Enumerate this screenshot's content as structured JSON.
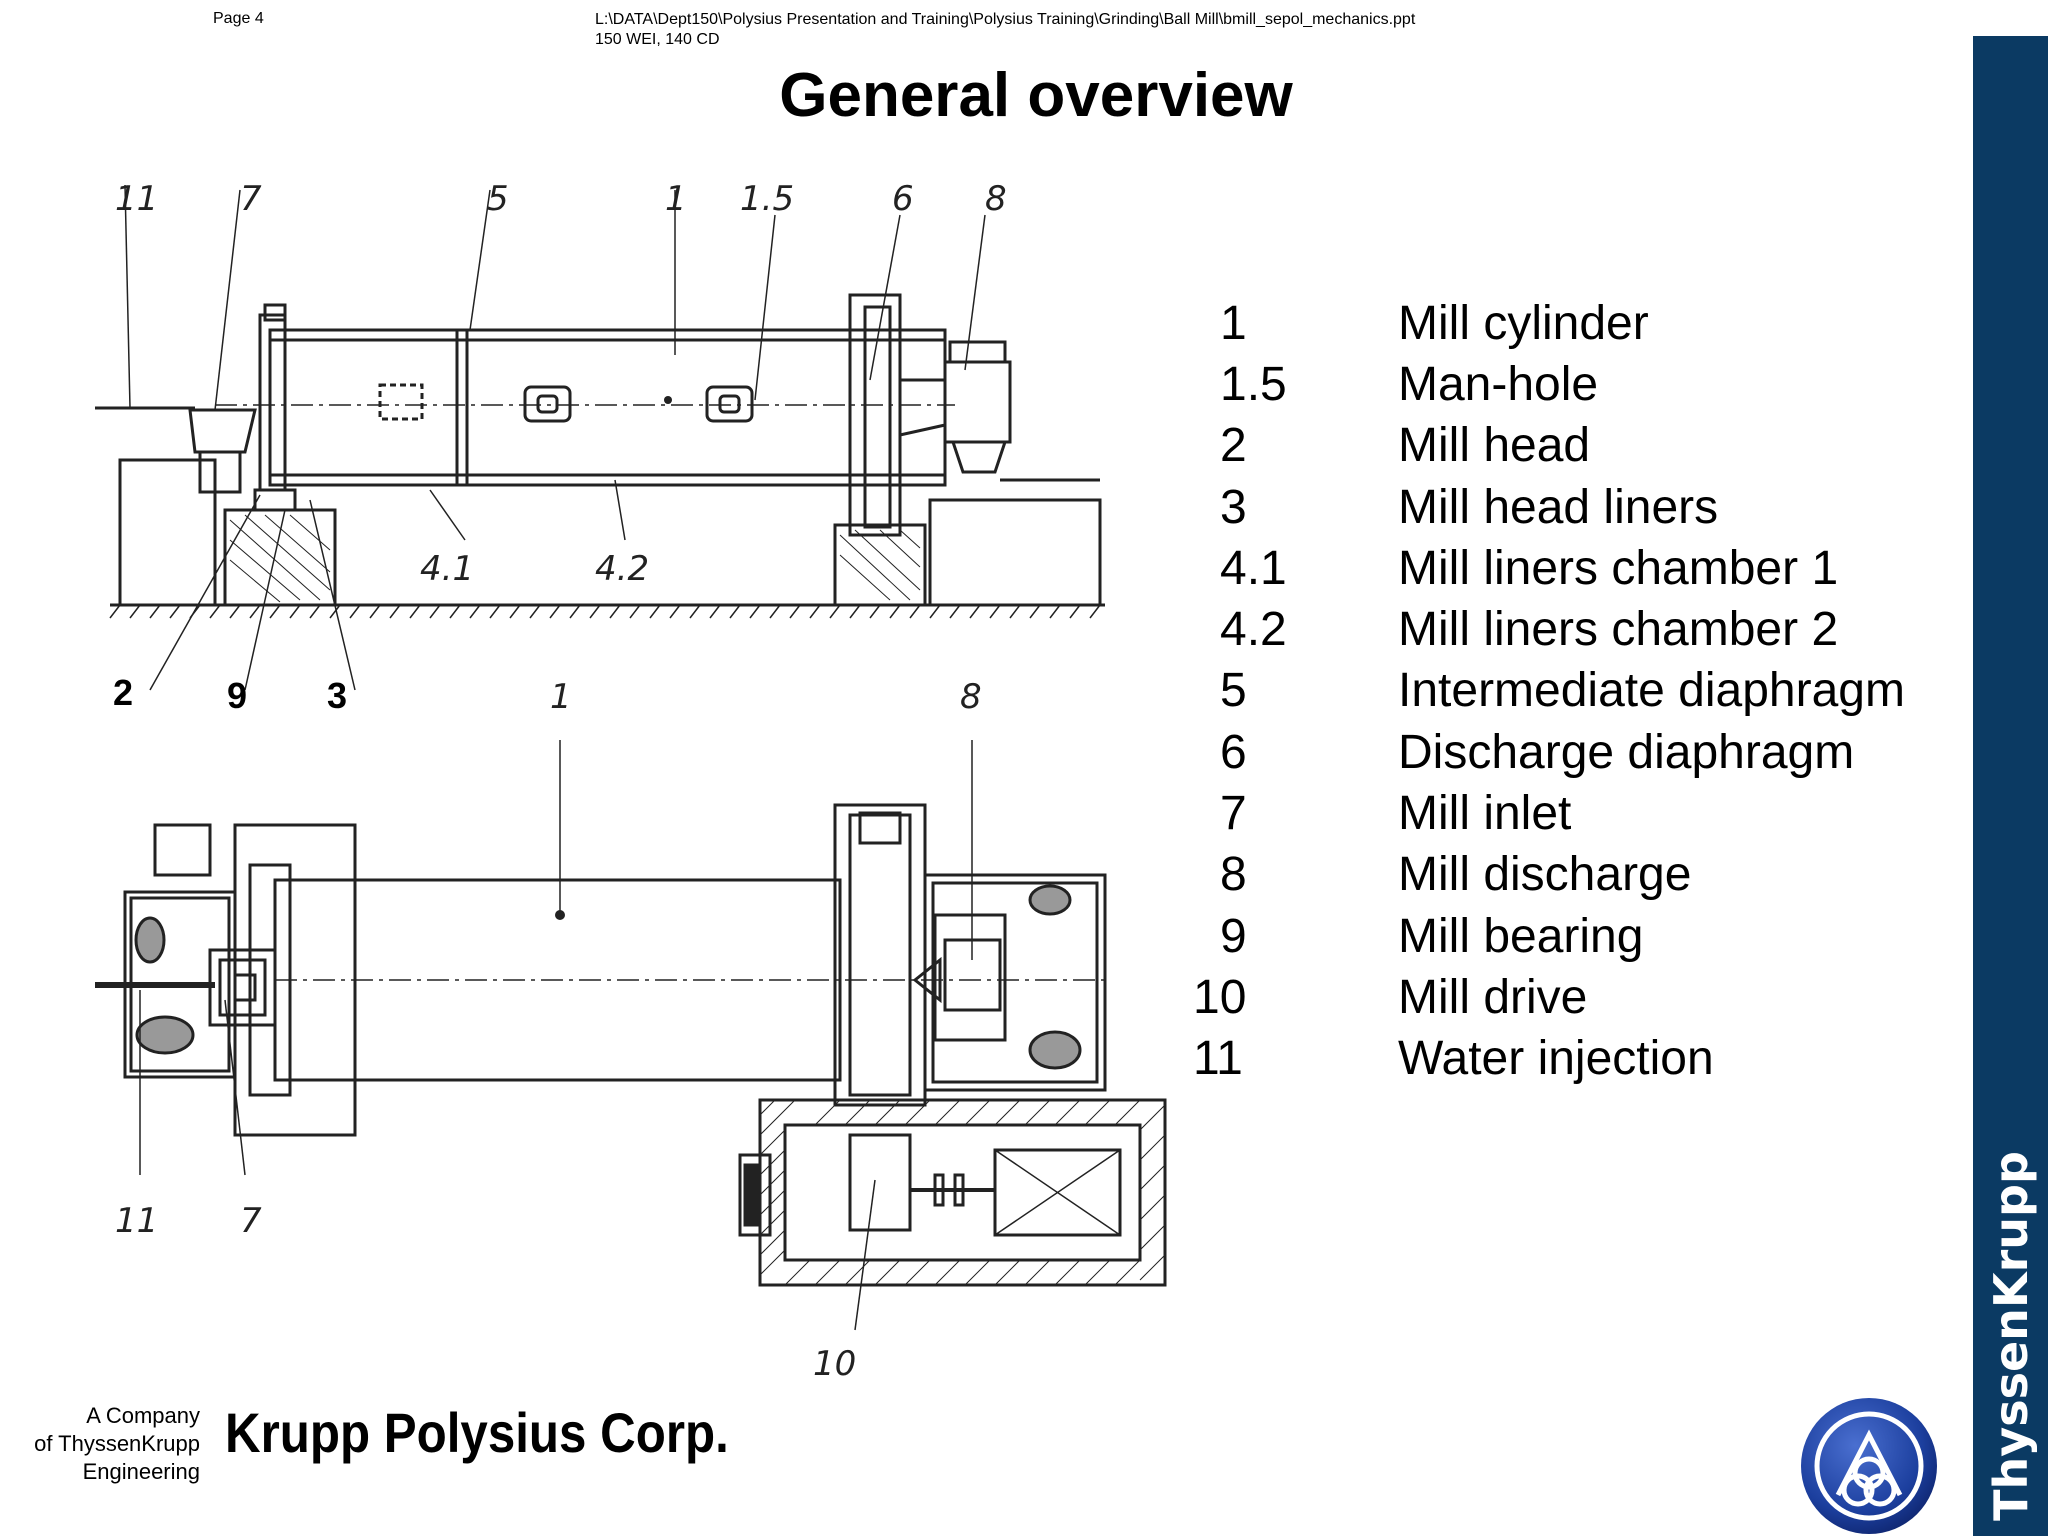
{
  "header": {
    "page": "Page 4",
    "path_line1": "L:\\DATA\\Dept150\\Polysius Presentation and Training\\Polysius Training\\Grinding\\Ball Mill\\bmill_sepol_mechanics.ppt",
    "path_line2": "150 WEI, 140 CD"
  },
  "title": "General overview",
  "legend": [
    {
      "num": "1",
      "label": "Mill cylinder"
    },
    {
      "num": "1.5",
      "label": "Man-hole"
    },
    {
      "num": "2",
      "label": "Mill head"
    },
    {
      "num": "3",
      "label": "Mill head liners"
    },
    {
      "num": "4.1",
      "label": "Mill liners chamber 1"
    },
    {
      "num": "4.2",
      "label": "Mill liners chamber 2"
    },
    {
      "num": "5",
      "label": "Intermediate diaphragm"
    },
    {
      "num": "6",
      "label": "Discharge diaphragm"
    },
    {
      "num": "7",
      "label": "Mill inlet"
    },
    {
      "num": "8",
      "label": "Mill discharge"
    },
    {
      "num": "9",
      "label": "Mill bearing"
    },
    {
      "num": "10",
      "label": "Mill drive"
    },
    {
      "num": "11",
      "label": "Water injection"
    }
  ],
  "diagram_labels": {
    "top": [
      "11",
      "7",
      "5",
      "1",
      "1.5",
      "6",
      "8"
    ],
    "middle": [
      "4.1",
      "4.2"
    ],
    "bottom_bold": [
      "2",
      "9",
      "3"
    ],
    "plan_top": [
      "1",
      "8"
    ],
    "plan_bottom": [
      "11",
      "7",
      "10"
    ]
  },
  "footer": {
    "company_note": [
      "A Company",
      "of ThyssenKrupp",
      "Engineering"
    ],
    "company_name": "Krupp Polysius Corp.",
    "brand": "ThyssenKrupp"
  },
  "colors": {
    "side_bar": "#0b3a63",
    "logo_blue": "#1c3f9e"
  }
}
